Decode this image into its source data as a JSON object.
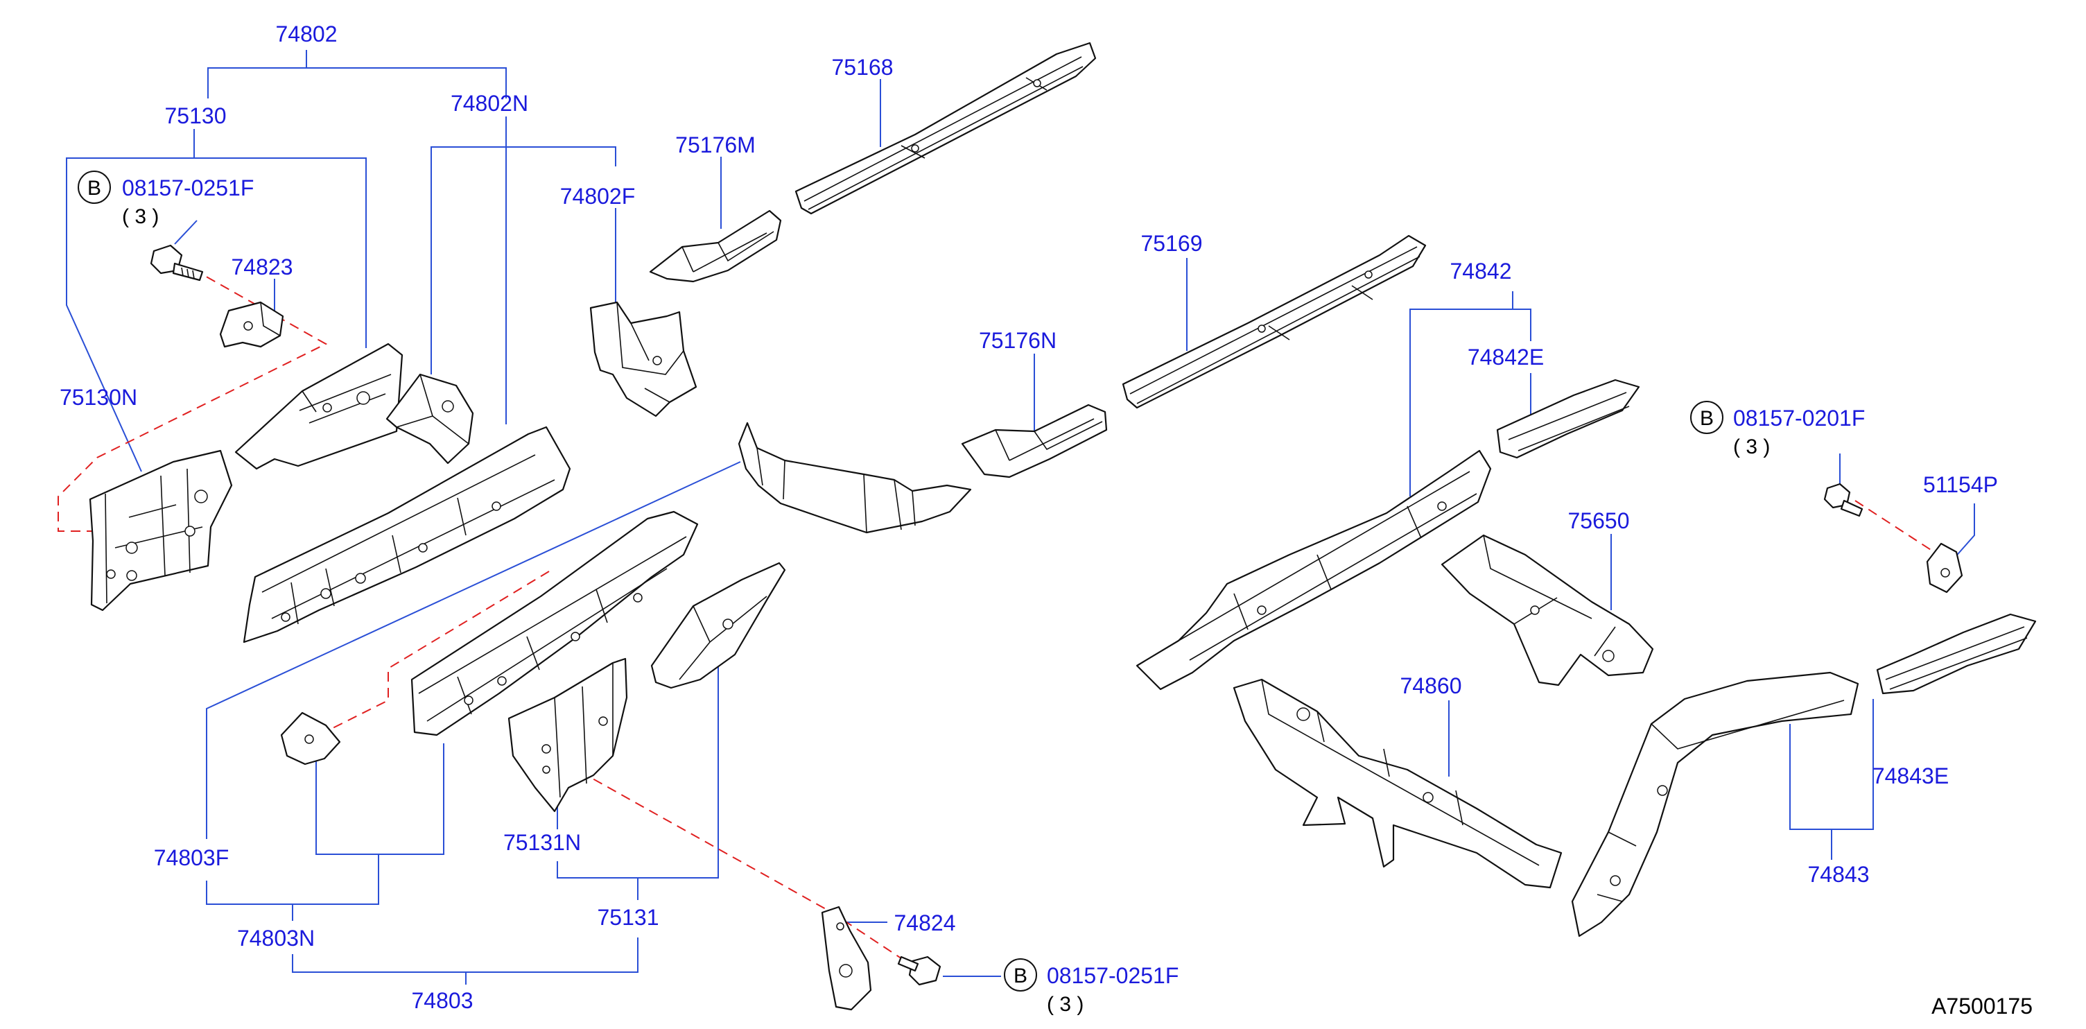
{
  "labels": {
    "p74802": "74802",
    "p75130": "75130",
    "p74802N": "74802N",
    "p75168": "75168",
    "p75176M": "75176M",
    "p74802F": "74802F",
    "p74823": "74823",
    "p75130N": "75130N",
    "p75169": "75169",
    "p74842": "74842",
    "p75176N": "75176N",
    "p74842E": "74842E",
    "p51154P": "51154P",
    "p75650": "75650",
    "p74860": "74860",
    "p74843E": "74843E",
    "p74843": "74843",
    "p74803F": "74803F",
    "p75131N": "75131N",
    "p75131": "75131",
    "p74803N": "74803N",
    "p74803": "74803",
    "p74824": "74824"
  },
  "bolts": [
    {
      "badge": "B",
      "part": "08157-0251F",
      "qty": "( 3 )"
    },
    {
      "badge": "B",
      "part": "08157-0201F",
      "qty": "( 3 )"
    },
    {
      "badge": "B",
      "part": "08157-0251F",
      "qty": "( 3 )"
    }
  ],
  "diagram_ref": "A7500175",
  "colors": {
    "label": "#1a1adc",
    "leader": "#2a4fd6",
    "dashed": "#e02020",
    "line": "#111111"
  }
}
